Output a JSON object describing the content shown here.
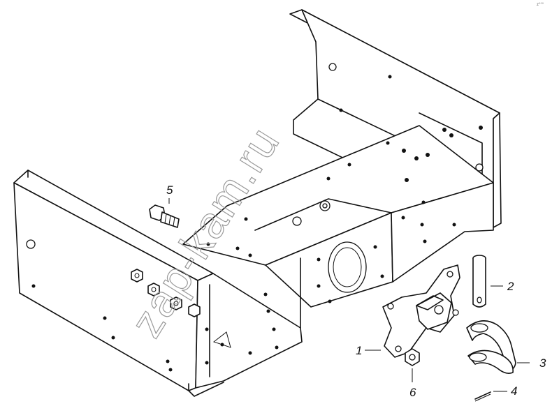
{
  "diagram": {
    "watermark": "zap-kam.ru",
    "corner_code": "z°°°",
    "callouts": [
      {
        "id": "1",
        "label": "1"
      },
      {
        "id": "2",
        "label": "2"
      },
      {
        "id": "3",
        "label": "3"
      },
      {
        "id": "4",
        "label": "4"
      },
      {
        "id": "5",
        "label": "5"
      },
      {
        "id": "6",
        "label": "6"
      }
    ]
  }
}
